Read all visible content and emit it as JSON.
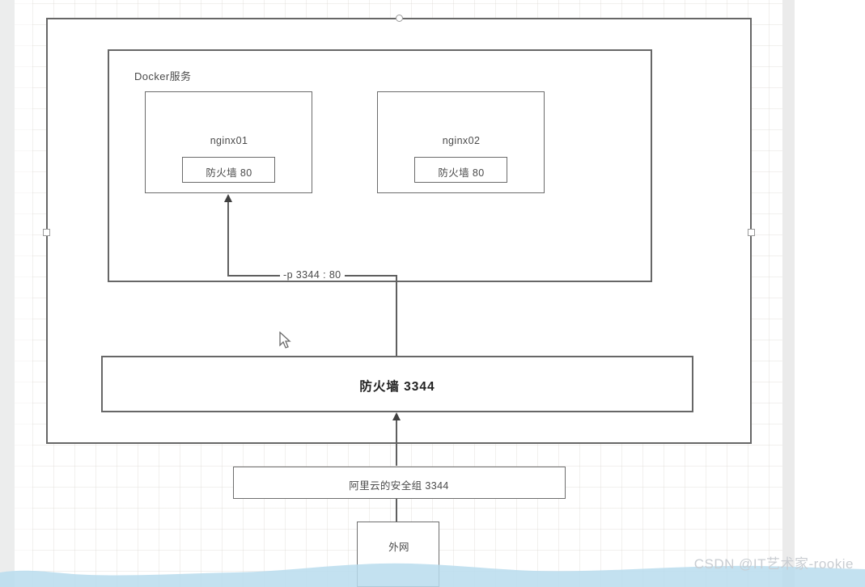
{
  "diagram": {
    "title_label": "Docker服务",
    "containers": [
      {
        "name": "nginx01",
        "port_box": "防火墙  80"
      },
      {
        "name": "nginx02",
        "port_box": "防火墙  80"
      }
    ],
    "port_mapping_label": "-p 3344 : 80",
    "host_firewall": "防火墙   3344",
    "security_group": "阿里云的安全组   3344",
    "external_network": "外网"
  },
  "colors": {
    "stroke": "#676767",
    "text": "#4a4a4a",
    "grid": "#d2cdc8",
    "wave": "#b8dced",
    "watermark": "#c9cdd2"
  },
  "watermark": "CSDN @IT艺术家-rookie"
}
